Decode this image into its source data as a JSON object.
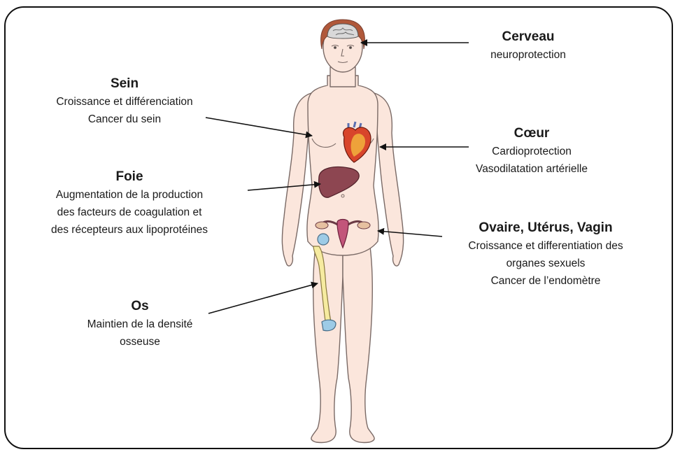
{
  "organs": {
    "cerveau": {
      "title": "Cerveau",
      "lines": [
        "neuroprotection"
      ]
    },
    "sein": {
      "title": "Sein",
      "lines": [
        "Croissance et différenciation",
        "Cancer du sein"
      ]
    },
    "coeur": {
      "title": "Cœur",
      "lines": [
        "Cardioprotection",
        "Vasodilatation artérielle"
      ]
    },
    "foie": {
      "title": "Foie",
      "lines": [
        "Augmentation de la production",
        "des facteurs de coagulation et",
        "des récepteurs aux lipoprotéines"
      ]
    },
    "ovaire": {
      "title": "Ovaire, Utérus, Vagin",
      "lines": [
        "Croissance et differentiation des",
        "organes sexuels",
        "Cancer de l’endomètre"
      ]
    },
    "os": {
      "title": "Os",
      "lines": [
        "Maintien de la densité",
        "osseuse"
      ]
    }
  },
  "colors": {
    "skin": "#fbe6dc",
    "skin_outline": "#7a6a66",
    "hair": "#b0583a",
    "brain": "#d9d9d9",
    "heart": "#d8452b",
    "heart_fat": "#f2b33d",
    "liver": "#8d4651",
    "uterus": "#c2557a",
    "bone": "#f6eba0",
    "cartilage": "#9dcbe6",
    "arrow": "#111111"
  }
}
